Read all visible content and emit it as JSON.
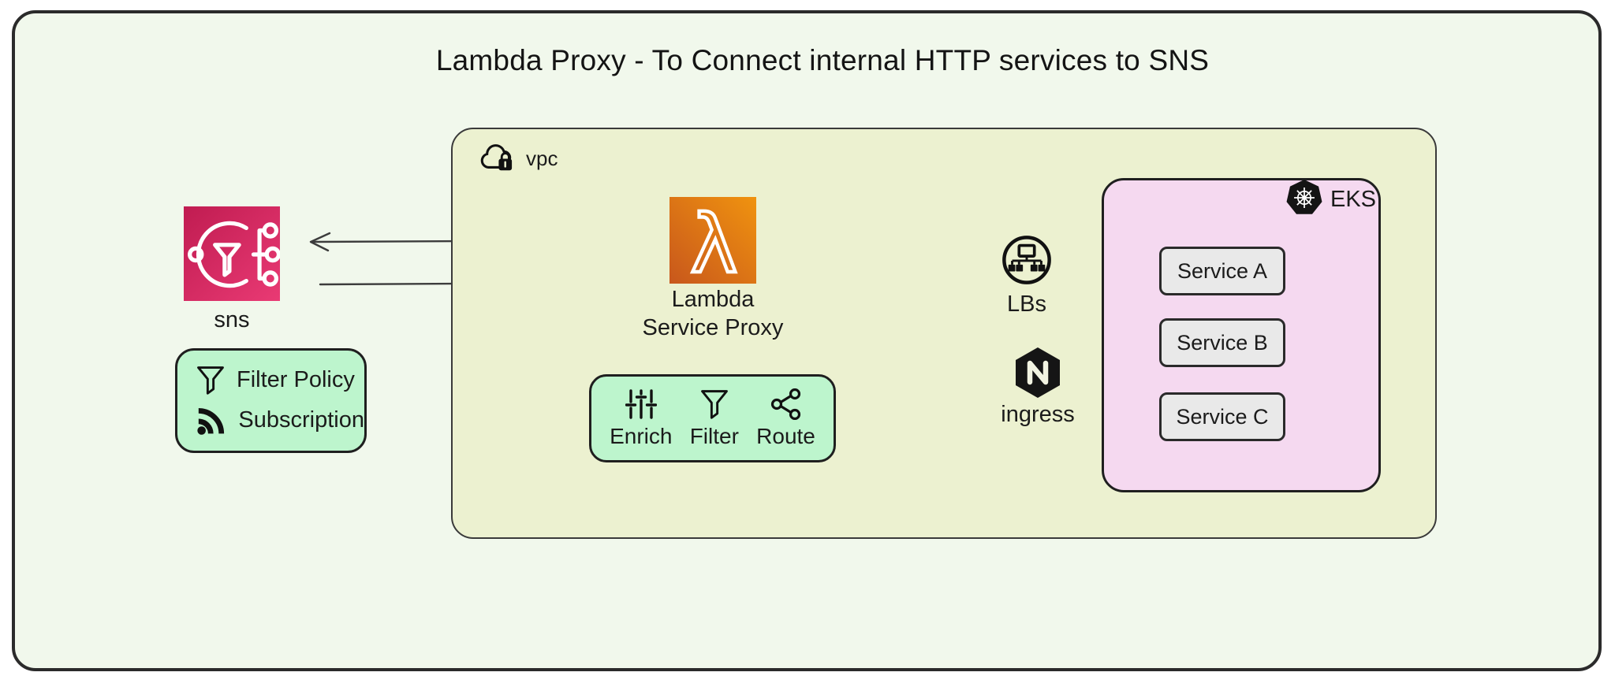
{
  "title": "Lambda Proxy - To Connect internal HTTP services to SNS",
  "sns": {
    "label": "sns",
    "icon": "sns-topic-icon",
    "gradient": [
      "#c01c51",
      "#e93a74"
    ]
  },
  "subscription_box": {
    "background": "#bdf5cd",
    "rows": [
      {
        "icon": "funnel-icon",
        "label": "Filter Policy"
      },
      {
        "icon": "rss-icon",
        "label": "Subscription"
      }
    ]
  },
  "vpc": {
    "label": "vpc",
    "icon": "cloud-lock-icon",
    "background": "#ecf1d0"
  },
  "lambda_proxy": {
    "icon": "lambda-icon",
    "label_line1": "Lambda",
    "label_line2": "Service Proxy",
    "gradient": [
      "#c8571c",
      "#f0930f"
    ]
  },
  "pipeline": {
    "background": "#bdf5cd",
    "items": [
      {
        "icon": "sliders-icon",
        "label": "Enrich"
      },
      {
        "icon": "funnel-icon",
        "label": "Filter"
      },
      {
        "icon": "share-icon",
        "label": "Route"
      }
    ]
  },
  "load_balancers": {
    "icon": "load-balancer-icon",
    "label": "LBs"
  },
  "ingress": {
    "icon": "nginx-icon",
    "label": "ingress"
  },
  "eks": {
    "label": "EKS",
    "icon": "kubernetes-icon",
    "background": "#f5d9f0",
    "services": [
      {
        "label": "Service A"
      },
      {
        "label": "Service B"
      },
      {
        "label": "Service C"
      }
    ]
  },
  "frame_colors": {
    "page_background": "#ffffff",
    "frame_background": "#f1f8ec",
    "stroke": "#2b2b2b",
    "service_box_background": "#e9e9e9"
  }
}
